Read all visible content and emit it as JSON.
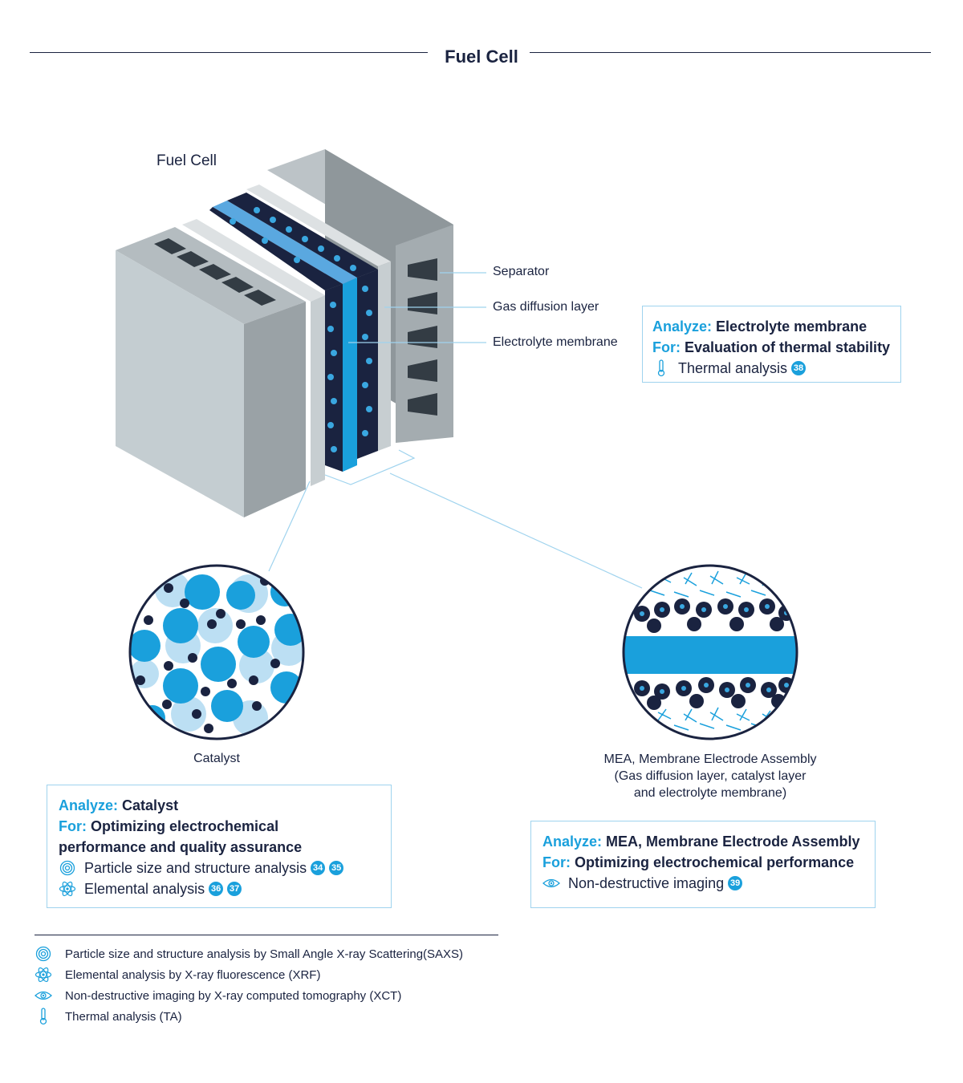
{
  "header": {
    "title": "Fuel Cell"
  },
  "diagram": {
    "title": "Fuel Cell",
    "labels": {
      "separator": "Separator",
      "gas_diffusion": "Gas diffusion layer",
      "electrolyte": "Electrolyte membrane"
    },
    "catalyst_caption": "Catalyst",
    "mea_caption": [
      "MEA, Membrane Electrode Assembly",
      "(Gas diffusion layer, catalyst layer",
      "and electrolyte membrane)"
    ]
  },
  "boxes": {
    "electrolyte": {
      "analyze_key": "Analyze:",
      "analyze_val": "Electrolyte membrane",
      "for_key": "For:",
      "for_val": "Evaluation of thermal stability",
      "methods": [
        {
          "icon": "thermometer-icon",
          "text": "Thermal analysis",
          "refs": [
            "38"
          ]
        }
      ]
    },
    "catalyst": {
      "analyze_key": "Analyze:",
      "analyze_val": "Catalyst",
      "for_key": "For:",
      "for_val_line1": "Optimizing electrochemical",
      "for_val_line2": "performance and quality assurance",
      "methods": [
        {
          "icon": "concentric-circles-icon",
          "text": "Particle size and structure analysis",
          "refs": [
            "34",
            "35"
          ]
        },
        {
          "icon": "atom-icon",
          "text": "Elemental analysis",
          "refs": [
            "36",
            "37"
          ]
        }
      ]
    },
    "mea": {
      "analyze_key": "Analyze:",
      "analyze_val": "MEA, Membrane Electrode Assembly",
      "for_key": "For:",
      "for_val": "Optimizing electrochemical performance",
      "methods": [
        {
          "icon": "eye-icon",
          "text": "Non-destructive imaging",
          "refs": [
            "39"
          ]
        }
      ]
    }
  },
  "legend": [
    {
      "icon": "concentric-circles-icon",
      "text": "Particle size and structure analysis by Small Angle X-ray Scattering(SAXS)"
    },
    {
      "icon": "atom-icon",
      "text": "Elemental analysis by X-ray fluorescence (XRF)"
    },
    {
      "icon": "eye-icon",
      "text": "Non-destructive imaging by X-ray computed tomography (XCT)"
    },
    {
      "icon": "thermometer-icon",
      "text": "Thermal analysis (TA)"
    }
  ],
  "colors": {
    "accent": "#1aa0dc",
    "navy": "#1a2340",
    "light_blue": "#b5dcf2",
    "grey": "#a4acb0"
  }
}
